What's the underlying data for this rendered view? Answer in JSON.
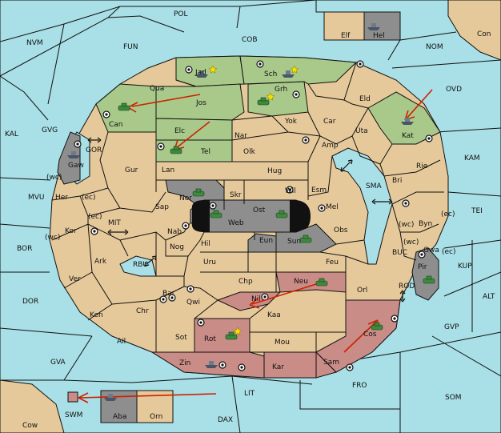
{
  "provinces": {
    "POL": "POL",
    "NVM": "NVM",
    "FUN": "FUN",
    "COB": "COB",
    "NOM": "NOM",
    "Con": "Con",
    "Elf": "Elf",
    "Hel": "Hel",
    "OVD": "OVD",
    "KAL": "KAL",
    "GVG": "GVG",
    "GOR": "GOR",
    "Gaw": "Gaw",
    "MVU": "MVU",
    "Her": "Her",
    "wc1": "(wc)",
    "ec1": "(ec)",
    "ec2": "(ec)",
    "wc2": "(wc)",
    "Kor": "Kor",
    "MIT": "MIT",
    "BOR": "BOR",
    "Ark": "Ark",
    "RBU": "RBU",
    "Ver": "Ver",
    "DOR": "DOR",
    "Ken": "Ken",
    "Ail": "Ail",
    "Chr": "Chr",
    "GVA": "GVA",
    "LIT": "LIT",
    "SWM": "SWM",
    "Aba": "Aba",
    "Orn": "Orn",
    "Cow": "Cow",
    "DAX": "DAX",
    "FRO": "FRO",
    "SOM": "SOM",
    "GVP": "GVP",
    "ALT": "ALT",
    "KUP": "KUP",
    "TEI": "TEI",
    "KAM": "KAM",
    "Jad": "Jad",
    "Sch": "Sch",
    "Qua": "Qua",
    "Jos": "Jos",
    "Grh": "Grh",
    "Can": "Can",
    "Eld": "Eld",
    "Yok": "Yok",
    "Car": "Car",
    "Uta": "Uta",
    "Kat": "Kat",
    "Elc": "Elc",
    "Nar": "Nar",
    "Tel": "Tel",
    "Olk": "Olk",
    "Amp": "Amp",
    "Gur": "Gur",
    "Lan": "Lan",
    "Hug": "Hug",
    "Rie": "Rie",
    "Bri": "Bri",
    "SMA": "SMA",
    "Nor": "Nor",
    "Skr": "Skr",
    "Wil": "Wil",
    "Esm": "Esm",
    "Sap": "Sap",
    "Ost": "Ost",
    "Mel": "Mel",
    "Web": "Web",
    "Byn": "Byn",
    "wc3": "(wc)",
    "ec3": "(ec)",
    "Nab": "Nab",
    "Eun": "Eun",
    "Sun": "Sun",
    "Obs": "Obs",
    "Gwa": "Gwa",
    "wc4": "(wc)",
    "ec4": "(ec)",
    "BUC": "BUC",
    "Hil": "Hil",
    "Nog": "Nog",
    "Pir": "Pir",
    "Uru": "Uru",
    "Feu": "Feu",
    "Chp": "Chp",
    "Neu": "Neu",
    "Orl": "Orl",
    "ROD": "ROD",
    "Bar": "Bar",
    "Qwi": "Qwi",
    "Nil": "Nil",
    "Kaa": "Kaa",
    "Rot": "Rot",
    "Sot": "Sot",
    "Mou": "Mou",
    "Cos": "Cos",
    "Zin": "Zin",
    "Kar": "Kar",
    "Sam": "Sam"
  },
  "colors": {
    "sea": "#a9dfe6",
    "neutral": "#e6c99b",
    "green_power": "#a9c98b",
    "gray_power": "#8e8e8e",
    "red_power": "#c98c86",
    "unit": "#3c8a3c",
    "order_arrow": "#cc2200"
  },
  "units": [
    {
      "type": "fleet-icon",
      "where": "Hel"
    },
    {
      "type": "fleet-icon",
      "where": "Jad",
      "status": "dislodged"
    },
    {
      "type": "fleet-icon",
      "where": "Sch",
      "status": "dislodged"
    },
    {
      "type": "army-icon",
      "where": "Grh",
      "status": "dislodged"
    },
    {
      "type": "army-icon",
      "where": "Can"
    },
    {
      "type": "army-icon",
      "where": "Tel"
    },
    {
      "type": "fleet-icon",
      "where": "Kat"
    },
    {
      "type": "fleet-icon",
      "where": "Gaw"
    },
    {
      "type": "army-icon",
      "where": "Nor"
    },
    {
      "type": "army-icon",
      "where": "Web"
    },
    {
      "type": "army-icon",
      "where": "Ost"
    },
    {
      "type": "army-icon",
      "where": "Sun"
    },
    {
      "type": "army-icon",
      "where": "Pir"
    },
    {
      "type": "army-icon",
      "where": "Neu"
    },
    {
      "type": "army-icon",
      "where": "Rot",
      "status": "dislodged"
    },
    {
      "type": "fleet-icon",
      "where": "Zin"
    },
    {
      "type": "army-icon",
      "where": "Cos"
    },
    {
      "type": "fleet-icon",
      "where": "Aba"
    }
  ]
}
